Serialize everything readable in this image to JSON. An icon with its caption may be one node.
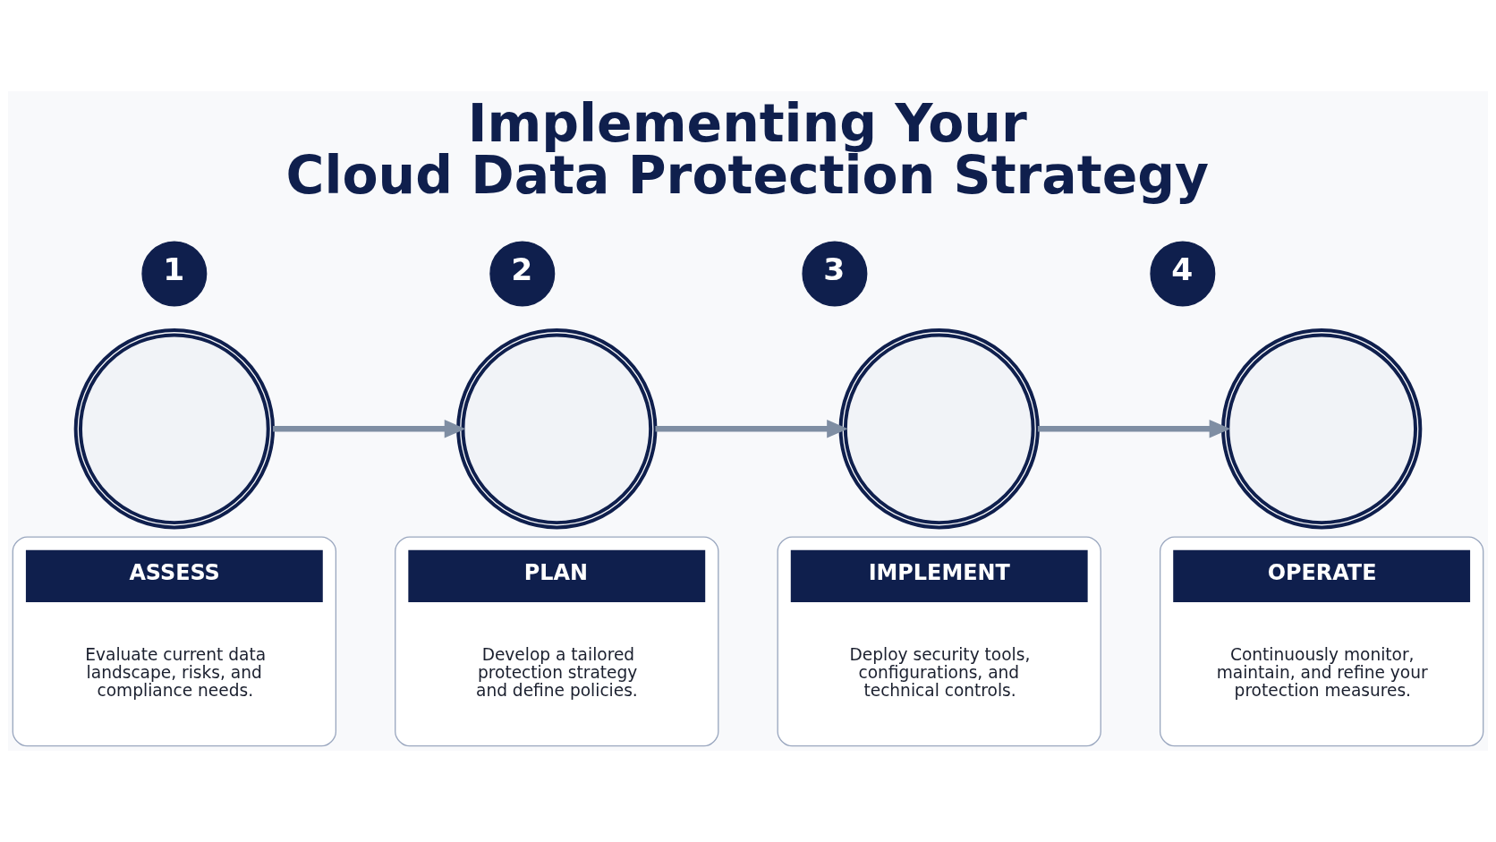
{
  "diagram": {
    "title": "Implementing Your Cloud Data Protection Strategy",
    "nodes": [
      {
        "text": [
          "1"
        ]
      },
      {
        "text": [],
        "shape": "circle"
      },
      {
        "text": [
          "ASSESS",
          "Evaluate current data landscape, risks, and compliance needs."
        ]
      },
      {
        "text": [
          "2"
        ]
      },
      {
        "text": [],
        "shape": "circle"
      },
      {
        "text": [
          "PLAN",
          "Develop a tailored protection strategy and define policies."
        ]
      },
      {
        "text": [
          "3"
        ]
      },
      {
        "text": [],
        "shape": "circle"
      },
      {
        "text": [
          "IMPLEMENT",
          "Deploy security tools, configurations, and technical controls."
        ]
      },
      {
        "text": [
          "4"
        ]
      },
      {
        "text": [],
        "shape": "circle"
      },
      {
        "text": [
          "OPERATE",
          "Continuously monitor, maintain, and refine your protection measures."
        ]
      }
    ],
    "edges": [
      {
        "from": 1,
        "to": 4,
        "arrow": "to"
      },
      {
        "from": 4,
        "to": 7,
        "arrow": "to"
      },
      {
        "from": 7,
        "to": 10,
        "arrow": "to"
      }
    ]
  }
}
